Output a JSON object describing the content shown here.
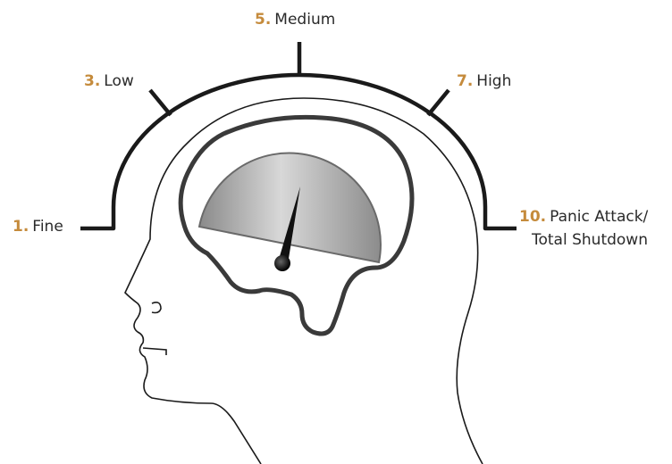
{
  "scale": {
    "levels": [
      {
        "number": "1.",
        "label": "Fine"
      },
      {
        "number": "3.",
        "label": "Low"
      },
      {
        "number": "5.",
        "label": "Medium"
      },
      {
        "number": "7.",
        "label": "High"
      },
      {
        "number": "10.",
        "label": "Panic Attack/",
        "label_line2": "Total Shutdown"
      }
    ]
  },
  "colors": {
    "number_accent": "#c58b3c",
    "outline": "#1a1a1a",
    "gauge_fill": "#a9a9a9"
  }
}
